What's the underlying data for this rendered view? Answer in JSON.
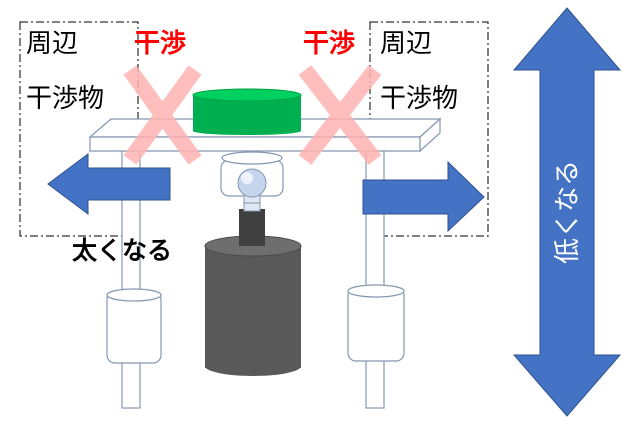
{
  "labels": {
    "surrounding_left_line1": "周辺",
    "surrounding_left_line2": "干渉物",
    "surrounding_right_line1": "周辺",
    "surrounding_right_line2": "干渉物",
    "interference_left": "干渉",
    "interference_right": "干渉",
    "thicker": "太くなる",
    "lower": "低くなる"
  },
  "colors": {
    "arrow_blue": "#4472c4",
    "interference_red": "#ff0000",
    "cross_pink": "#ffb3b3",
    "workpiece_green": "#00b050",
    "motor_dark": "#595959",
    "outline_gray": "#7f7f7f"
  }
}
